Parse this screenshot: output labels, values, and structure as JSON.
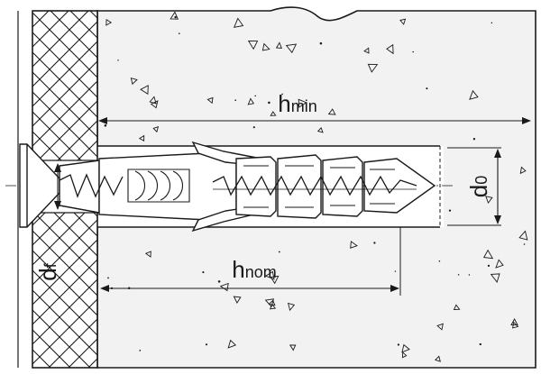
{
  "diagram": {
    "labels": {
      "h_min": {
        "main": "h",
        "sub": "min"
      },
      "h_nom": {
        "main": "h",
        "sub": "nom"
      },
      "d_0": {
        "main": "d",
        "sub": "0"
      },
      "d_f": {
        "main": "d",
        "sub": "f"
      }
    },
    "colors": {
      "line": "#1a1a1a",
      "concrete": "#f2f2f2",
      "wall": "#ffffff",
      "background": "#ffffff"
    }
  }
}
